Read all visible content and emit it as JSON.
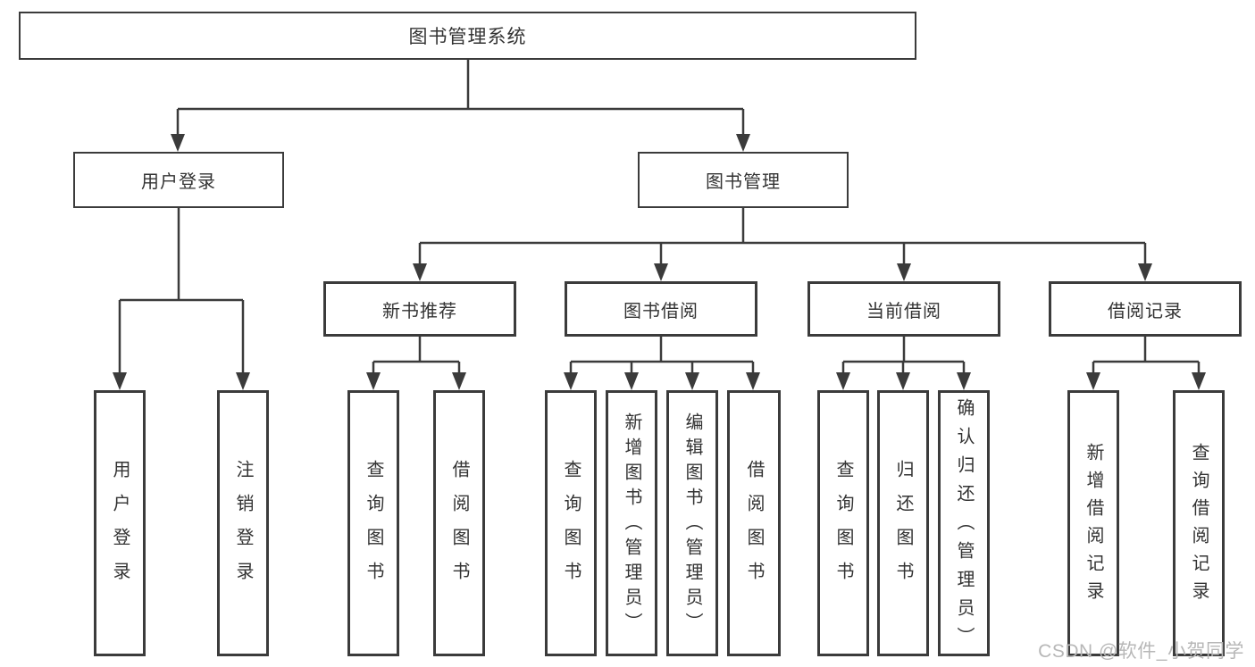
{
  "diagram": {
    "root": {
      "label": "图书管理系统"
    },
    "branches": [
      {
        "label": "用户登录",
        "children": [
          {
            "label": "用户登录"
          },
          {
            "label": "注销登录"
          }
        ]
      },
      {
        "label": "图书管理",
        "children": [
          {
            "label": "新书推荐",
            "children": [
              {
                "label": "查询图书"
              },
              {
                "label": "借阅图书"
              }
            ]
          },
          {
            "label": "图书借阅",
            "children": [
              {
                "label": "查询图书"
              },
              {
                "label": "新增图书（管理员）"
              },
              {
                "label": "编辑图书（管理员）"
              },
              {
                "label": "借阅图书"
              }
            ]
          },
          {
            "label": "当前借阅",
            "children": [
              {
                "label": "查询图书"
              },
              {
                "label": "归还图书"
              },
              {
                "label": "确认归还（管理员）"
              }
            ]
          },
          {
            "label": "借阅记录",
            "children": [
              {
                "label": "新增借阅记录"
              },
              {
                "label": "查询借阅记录"
              }
            ]
          }
        ]
      }
    ]
  },
  "watermark": {
    "text": "CSDN @软件_小贺同学"
  },
  "colors": {
    "line": "#3b3b3b",
    "text": "#333333",
    "watermark": "#b7b7b7",
    "background": "#ffffff"
  }
}
